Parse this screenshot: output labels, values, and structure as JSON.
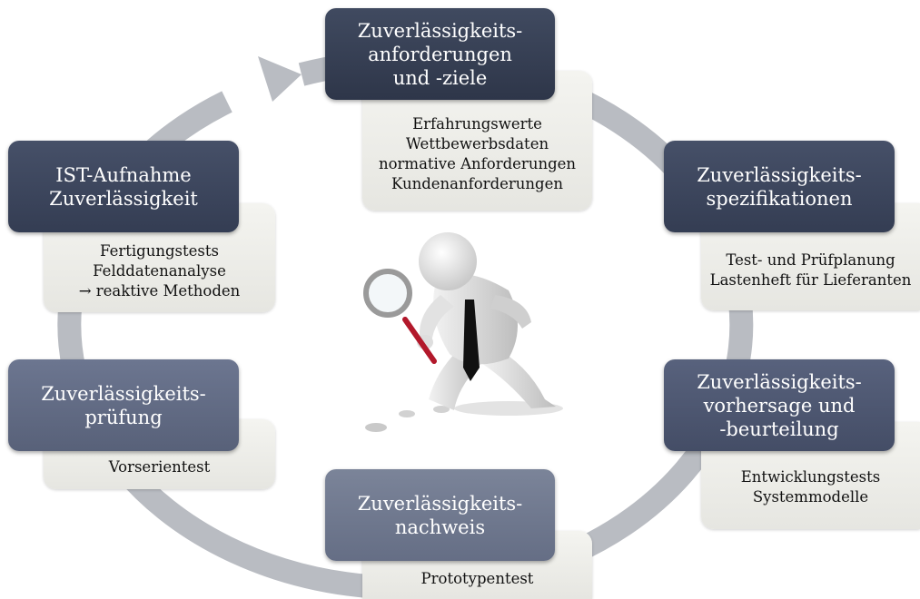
{
  "cycle_nodes": [
    {
      "id": "anforderungen",
      "title_lines": [
        "Zuverlässigkeits-",
        "anforderungen",
        "und -ziele"
      ],
      "detail_lines": [
        "Erfahrungswerte",
        "Wettbewerbsdaten",
        "normative Anforderungen",
        "Kundenanforderungen"
      ]
    },
    {
      "id": "spezifikationen",
      "title_lines": [
        "Zuverlässigkeits-",
        "spezifikationen"
      ],
      "detail_lines": [
        "Test- und Prüfplanung",
        "Lastenheft für Lieferanten"
      ]
    },
    {
      "id": "vorhersage",
      "title_lines": [
        "Zuverlässigkeits-",
        "vorhersage und",
        "-beurteilung"
      ],
      "detail_lines": [
        "Entwicklungstests",
        "Systemmodelle"
      ]
    },
    {
      "id": "nachweis",
      "title_lines": [
        "Zuverlässigkeits-",
        "nachweis"
      ],
      "detail_lines": [
        "Prototypentest"
      ]
    },
    {
      "id": "pruefung",
      "title_lines": [
        "Zuverlässigkeits-",
        "prüfung"
      ],
      "detail_lines": [
        "Vorserientest"
      ]
    },
    {
      "id": "ist_aufnahme",
      "title_lines": [
        "IST-Aufnahme",
        "Zuverlässigkeit"
      ],
      "detail_lines": [
        "Fertigungstests",
        "Felddatenanalyse",
        "→ reaktive Methoden"
      ]
    }
  ],
  "cycle_ring_color": "#b9bcc2",
  "colors": {
    "head_dark": "#2e3649",
    "head_mid": "#444d66",
    "head_light": "#656e85",
    "detail_bg": "#ebebe6"
  },
  "illustration": {
    "name": "3d-person-with-magnifying-glass-icon"
  }
}
